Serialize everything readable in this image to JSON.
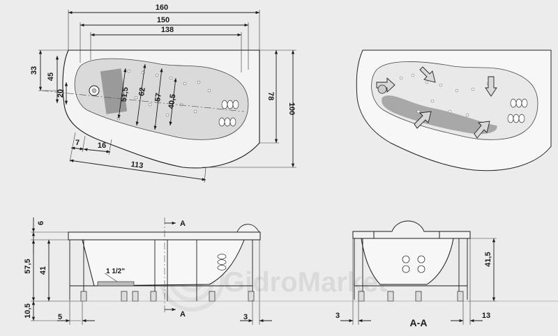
{
  "plan_view": {
    "dims": {
      "length_overall": "160",
      "length_2": "150",
      "length_3": "138",
      "depth_overall": "100",
      "depth_2": "78",
      "left_33": "33",
      "left_45": "45",
      "left_20": "20",
      "inner_51_5": "51,5",
      "inner_62": "62",
      "inner_57": "57",
      "inner_40_5": "40,5",
      "bottom_7": "7",
      "bottom_16": "16",
      "bottom_113": "113"
    }
  },
  "side_view": {
    "dims": {
      "top_6": "6",
      "height_57_5": "57,5",
      "height_41": "41",
      "leg_10_5": "10,5",
      "left_5": "5",
      "right_3": "3",
      "drain_label": "1 1/2\"",
      "section_top": "A",
      "section_bottom": "A"
    }
  },
  "section_view": {
    "title": "A-A",
    "dims": {
      "height_41_5": "41,5",
      "left_3": "3",
      "right_13": "13"
    }
  },
  "watermark": "GidroMarket"
}
